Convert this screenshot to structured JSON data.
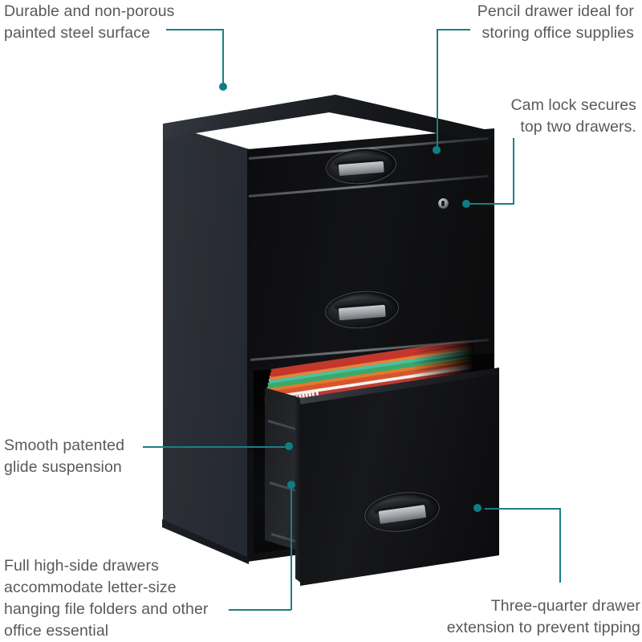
{
  "image": {
    "subject": "black 3-drawer steel file cabinet with bottom drawer open",
    "background_color": "#ffffff",
    "accent_color": "#0d7f84",
    "text_color": "#58595b"
  },
  "annotations": [
    {
      "id": "durable-surface",
      "text": "Durable and non-porous\npainted steel surface",
      "align": "left",
      "target": "cabinet top panel"
    },
    {
      "id": "pencil-drawer",
      "text": "Pencil drawer ideal for\nstoring office supplies",
      "align": "right",
      "target": "top pencil drawer"
    },
    {
      "id": "cam-lock",
      "text": "Cam lock secures\ntop two drawers.",
      "align": "right",
      "target": "cam lock cylinder"
    },
    {
      "id": "glide-suspension",
      "text": "Smooth patented\nglide suspension",
      "align": "left",
      "target": "drawer glide rail"
    },
    {
      "id": "high-side-drawers",
      "text": "Full high-side drawers\naccommodate letter-size\nhanging file folders and other\noffice essential",
      "align": "left",
      "target": "open drawer box side"
    },
    {
      "id": "drawer-extension",
      "text": "Three-quarter drawer\nextension to prevent tipping",
      "align": "right",
      "target": "open drawer front"
    }
  ],
  "product": {
    "drawers": [
      {
        "name": "pencil-drawer",
        "state": "closed",
        "has_handle": true
      },
      {
        "name": "file-drawer-middle",
        "state": "closed",
        "has_handle": true
      },
      {
        "name": "file-drawer-bottom",
        "state": "open",
        "has_handle": true
      }
    ],
    "lock": {
      "name": "cam-lock",
      "state": "locked"
    },
    "hanging_folders": {
      "visible": true,
      "colors": [
        "#c0392f",
        "#d8552c",
        "#e07a30",
        "#3aa96a",
        "#49bfa5",
        "#e0853a",
        "#c8342c",
        "#f2f2f2"
      ]
    }
  }
}
